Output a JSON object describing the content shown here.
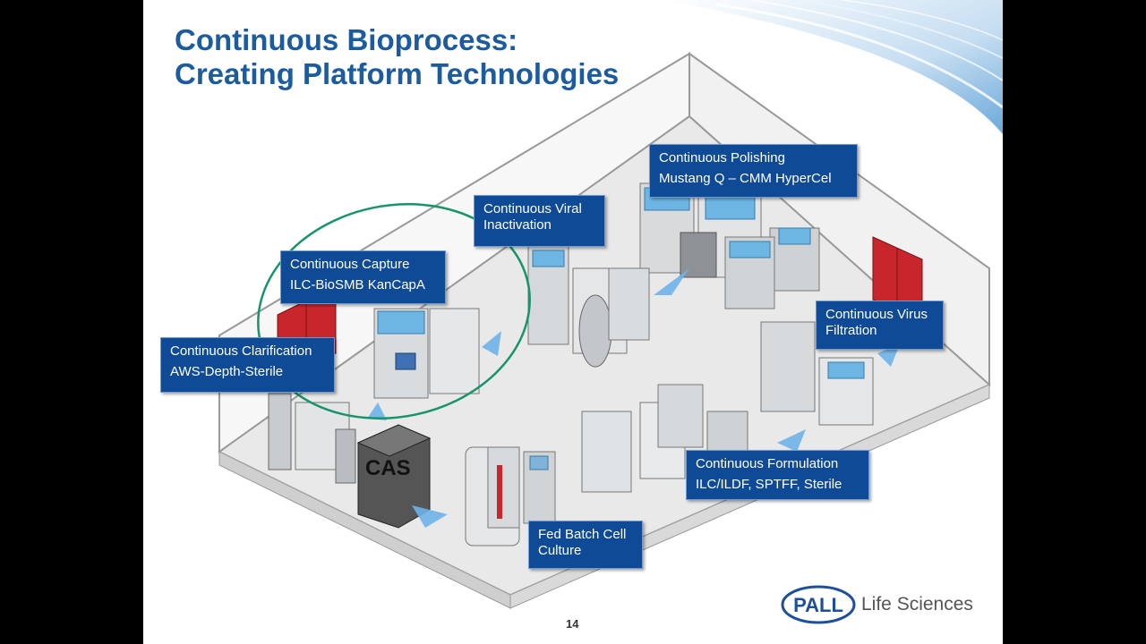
{
  "title": {
    "line1": "Continuous Bioprocess:",
    "line2": "Creating Platform Technologies"
  },
  "labels": {
    "polishing": {
      "line1": "Continuous Polishing",
      "line2": "Mustang Q – CMM HyperCel"
    },
    "viral": {
      "line1": "Continuous Viral",
      "line2": "Inactivation"
    },
    "capture": {
      "line1": "Continuous Capture",
      "line2": "ILC-BioSMB KanCapA"
    },
    "clarification": {
      "line1": "Continuous Clarification",
      "line2": "AWS-Depth-Sterile"
    },
    "virus_filtration": {
      "line1": "Continuous Virus",
      "line2": "Filtration"
    },
    "formulation": {
      "line1": "Continuous  Formulation",
      "line2": "ILC/ILDF, SPTFF, Sterile"
    },
    "fed_batch": {
      "line1": "Fed Batch Cell",
      "line2": "Culture"
    }
  },
  "cas_text": "CAS",
  "page_number": "14",
  "logo": {
    "brand": "PALL",
    "suffix": "Life Sciences"
  },
  "colors": {
    "title": "#1b5b9e",
    "label_bg": "#0f4a96",
    "highlight_ellipse": "#17946b",
    "door": "#c8262c",
    "flow_arrow": "#6fb3ea"
  }
}
